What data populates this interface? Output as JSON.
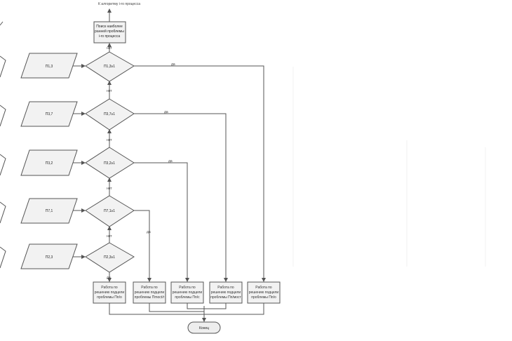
{
  "diagram": {
    "top_text": "К алгоритму i-го процесса",
    "search_box": [
      "Поиск наиболее",
      "ранней проблемы",
      "i-го процесса"
    ],
    "decisions": [
      {
        "id": "d1",
        "text": "П1,3≥1",
        "no_label": "нет",
        "yes_label": "да"
      },
      {
        "id": "d2",
        "text": "П3,7≥1",
        "no_label": "нет",
        "yes_label": "да"
      },
      {
        "id": "d3",
        "text": "П3,2≥1",
        "no_label": "нет",
        "yes_label": "да"
      },
      {
        "id": "d4",
        "text": "П7,1≥1",
        "no_label": "нет",
        "yes_label": "да"
      },
      {
        "id": "d5",
        "text": "П2,3≥1",
        "yes_label": "да"
      }
    ],
    "inputs": [
      "П1,3",
      "П3,7",
      "П3,2",
      "П7,1",
      "П2,3"
    ],
    "work_boxes": [
      [
        "Работа по",
        "решению подцели",
        "проблемы Пп/о"
      ],
      [
        "Работа по",
        "решению подцели",
        "проблемы Пmoct/r"
      ],
      [
        "Работа по",
        "решению подцели",
        "проблемы Пп/с"
      ],
      [
        "Работа по",
        "решению подцели",
        "проблемы Пп/мост"
      ],
      [
        "Работа по",
        "решению подцели",
        "проблемы Пп/о"
      ]
    ],
    "end_text": "Конец"
  }
}
